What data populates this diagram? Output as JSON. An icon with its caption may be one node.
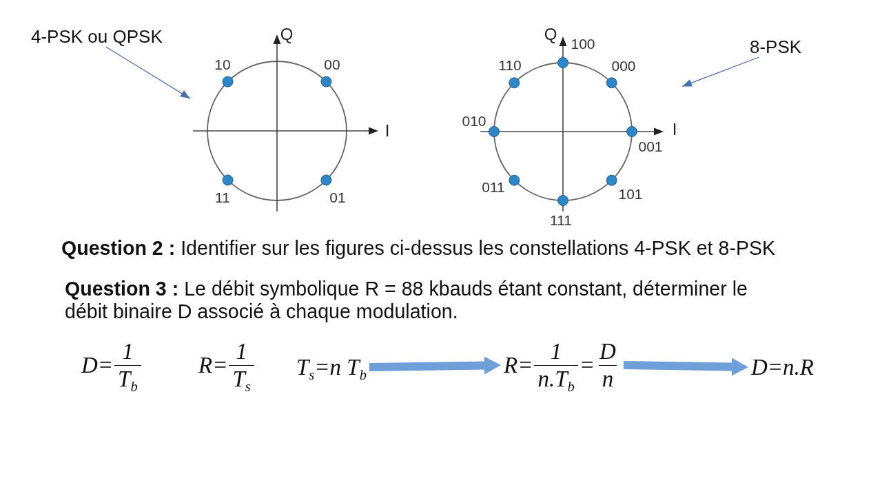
{
  "diagram": {
    "nodes": [
      {
        "text": [
          "4-PSK ou QPSK"
        ]
      },
      {
        "text": [
          "Q",
          "10",
          "00",
          "I",
          "11",
          "01"
        ]
      },
      {
        "text": [
          "Q",
          "100",
          "110",
          "000",
          "010",
          "I",
          "001",
          "011",
          "101",
          "111"
        ]
      },
      {
        "text": [
          "8-PSK"
        ]
      },
      {
        "text": [
          "D=",
          "1",
          "T$_{b}$"
        ]
      },
      {
        "text": [
          "R=",
          "1",
          "T$_{s}$"
        ]
      },
      {
        "text": [
          "T$_{s}$=n T$_{b}$"
        ]
      },
      {
        "text": [
          "R=",
          "1",
          "n.T$_{b}$",
          "=",
          "D",
          "n"
        ]
      },
      {
        "text": [
          "D=n.R"
        ]
      }
    ],
    "edges": [
      {
        "from": 0,
        "to": 1,
        "arrow": "to"
      },
      {
        "from": 3,
        "to": 2,
        "arrow": "to"
      },
      {
        "from": 6,
        "to": 7,
        "arrow": "to",
        "style": "thick",
        "color": "#6f9fd8"
      },
      {
        "from": 7,
        "to": 8,
        "arrow": "to",
        "style": "thick",
        "color": "#6f9fd8"
      }
    ],
    "labels": [
      "**Question 2 :** Identifier sur les figures ci-dessus les constellations 4-PSK et 8-PSK",
      "**Question 3 :** Le débit symbolique R = 88 kbauds étant constant, déterminer le débit binaire D associé à chaque modulation."
    ]
  }
}
